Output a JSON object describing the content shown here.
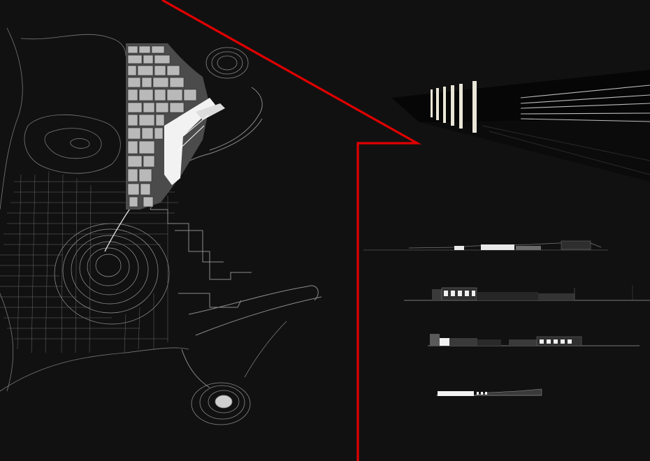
{
  "sheet": {
    "background": "#121111",
    "line_color": "#8a8a8a",
    "highlight_color": "#e8e8e8",
    "accent_color": "#e00000"
  },
  "panels": {
    "site_plan": "site-plan",
    "perspective": "perspective-view",
    "sections": [
      "section-1",
      "section-2",
      "section-3",
      "section-4"
    ]
  }
}
